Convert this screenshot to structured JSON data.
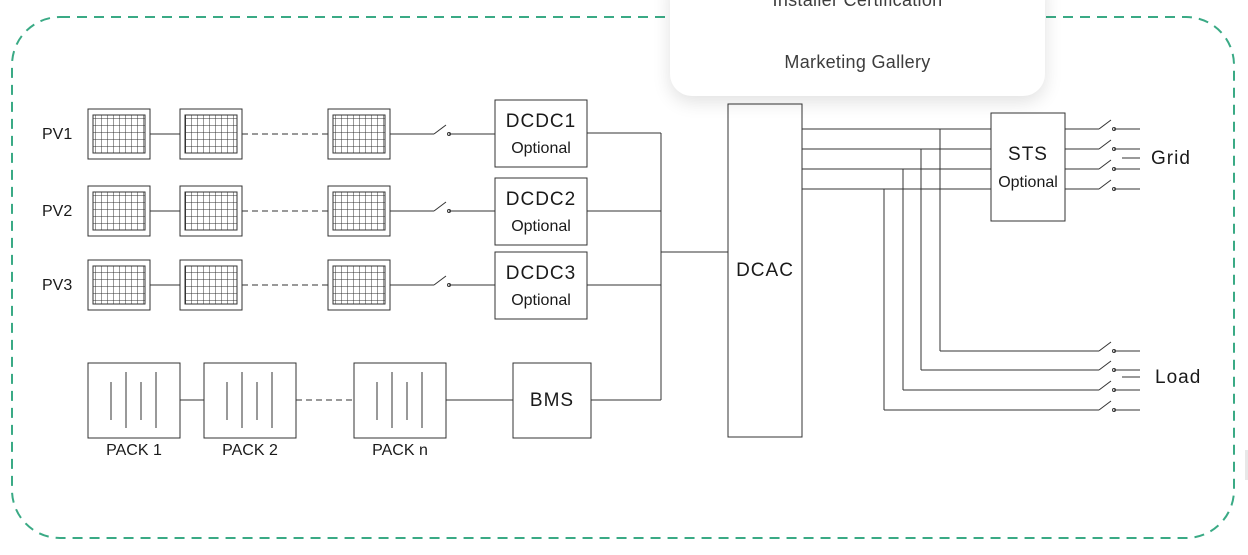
{
  "diagram": {
    "pv_strings": [
      {
        "label": "PV1",
        "converter": "DCDC1",
        "converter_note": "Optional"
      },
      {
        "label": "PV2",
        "converter": "DCDC2",
        "converter_note": "Optional"
      },
      {
        "label": "PV3",
        "converter": "DCDC3",
        "converter_note": "Optional"
      }
    ],
    "battery": {
      "packs": [
        "PACK 1",
        "PACK 2",
        "PACK n"
      ],
      "bms_label": "BMS"
    },
    "inverter_label": "DCAC",
    "sts": {
      "label": "STS",
      "note": "Optional"
    },
    "grid_label": "Grid",
    "load_label": "Load",
    "border_color": "#3aaa85",
    "line_color": "#333333"
  },
  "menu": {
    "items": [
      "Installer Certification",
      "Marketing Gallery"
    ]
  }
}
